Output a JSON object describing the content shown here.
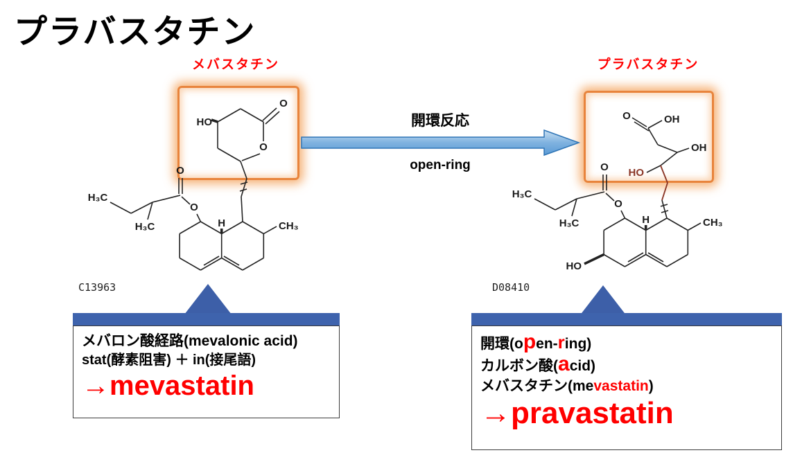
{
  "page": {
    "title": "プラバスタチン"
  },
  "reaction": {
    "label_ja": "開環反応",
    "label_en": "open-ring"
  },
  "left": {
    "label": "メバスタチン",
    "kegg_id": "C13963",
    "atoms": {
      "ho": "HO",
      "ketone_o": "O",
      "ring_o": "O",
      "ester_dbl_o": "O",
      "ester_o": "O",
      "h3c_chain": "H₃C",
      "h3c_methyl": "H₃C",
      "h_ring": "H",
      "ch3_ring": "CH₃"
    },
    "box": {
      "line1": "メバロン酸経路(mevalonic acid)",
      "line2": "stat(酵素阻害) ＋  in(接尾語)",
      "arrow": "→",
      "name": "mevastatin"
    }
  },
  "right": {
    "label": "プラバスタチン",
    "kegg_id": "D08410",
    "atoms": {
      "acid_o": "O",
      "acid_oh": "OH",
      "oh_side": "OH",
      "ho_side": "HO",
      "ho_ring": "HO",
      "ester_dbl_o": "O",
      "ester_o": "O",
      "h3c_chain": "H₃C",
      "h3c_methyl": "H₃C",
      "h_ring": "H",
      "ch3_ring": "CH₃"
    },
    "box": {
      "l1_pre": "開環(o",
      "l1_p": "p",
      "l1_mid": "en-",
      "l1_r": "r",
      "l1_post": "ing)",
      "l2_pre": "カルボン酸(",
      "l2_a": "a",
      "l2_post": "cid)",
      "l3_pre": "メバスタチン(me",
      "l3_red": "vastatin",
      "l3_post": ")",
      "arrow": "→",
      "name": "pravastatin"
    }
  }
}
